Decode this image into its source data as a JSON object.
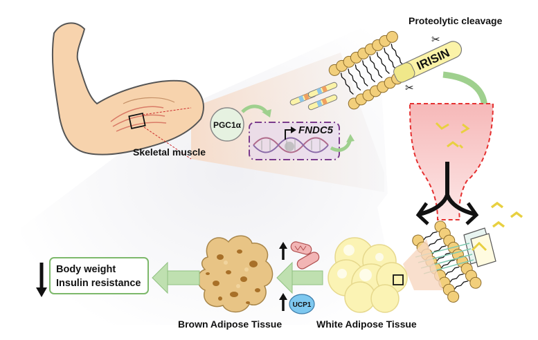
{
  "labels": {
    "proteolytic_cleavage": "Proteolytic cleavage",
    "skeletal_muscle": "Skeletal muscle",
    "pgc1a": "PGC1α",
    "fndc5": "FNDC5",
    "irisin": "IRISIN",
    "ucp1": "UCP1",
    "brown_adipose": "Brown Adipose Tissue",
    "white_adipose": "White Adipose Tissue"
  },
  "outcomes": {
    "body_weight": "Body weight",
    "insulin_resistance": "Insulin resistance"
  },
  "icons": [
    "arm-icon",
    "dna-icon",
    "scissors-icon",
    "membrane-icon",
    "mitochondria-icon",
    "fat-cell-icon"
  ],
  "colors": {
    "skin": "#f7d3ad",
    "skin_outline": "#555555",
    "green_arrow": "#9fd08e",
    "red_dashed": "#e53030",
    "purple_dashed": "#7a3a8c",
    "ucp1_blue": "#7ec8ef",
    "brown_fat": "#e8c485",
    "white_fat": "#fbf3b4",
    "lipid_head": "#f2cf7b"
  }
}
